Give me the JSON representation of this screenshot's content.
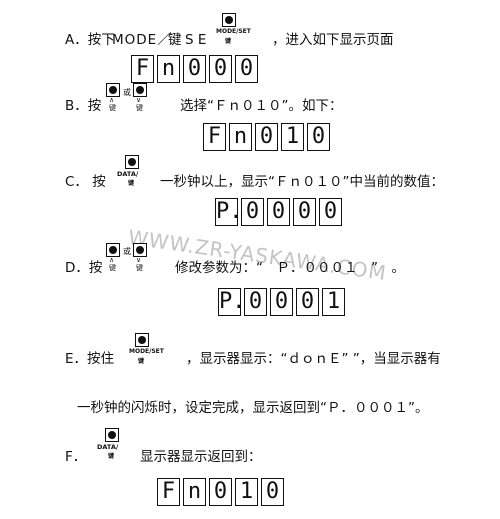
{
  "watermark": "WWW.ZR-YASKAWA.COM",
  "keys": {
    "mode_set": "MODE/SET",
    "data_set": "DATA/",
    "key": "键",
    "or": "或",
    "up": "∧",
    "down": "∨"
  },
  "steps": {
    "a": {
      "pre": "A．按下",
      "mode_text": "MODE／",
      "key_text": "键",
      "trail": "S E",
      "post": "，进入如下显示页面"
    },
    "b": {
      "pre": "B．按",
      "post": "选择“Ｆｎ０１０”。如下："
    },
    "c": {
      "pre": "C． 按",
      "post": "一秒钟以上，显示“Ｆｎ０１０”中当前的数值："
    },
    "d": {
      "pre": "D．按",
      "post": "修改参数为：“　Ｐ．０００１　”　。"
    },
    "e": {
      "pre": "E．按住",
      "post": "，显示器显示：“ｄｏｎＥ” ”，当显示器有",
      "line2": "一秒钟的闪烁时，设定完成，显示返回到“Ｐ．０００１”。"
    },
    "f": {
      "pre": "F．",
      "post": "显示器显示返回到："
    }
  },
  "displays": {
    "d1": [
      "F",
      "n",
      "0",
      "0",
      "0"
    ],
    "d2": [
      "F",
      "n",
      "0",
      "1",
      "0"
    ],
    "d3": [
      "P.",
      "0",
      "0",
      "0",
      "0"
    ],
    "d4": [
      "P.",
      "0",
      "0",
      "0",
      "1"
    ],
    "d5": [
      "F",
      "n",
      "0",
      "1",
      "0"
    ]
  }
}
